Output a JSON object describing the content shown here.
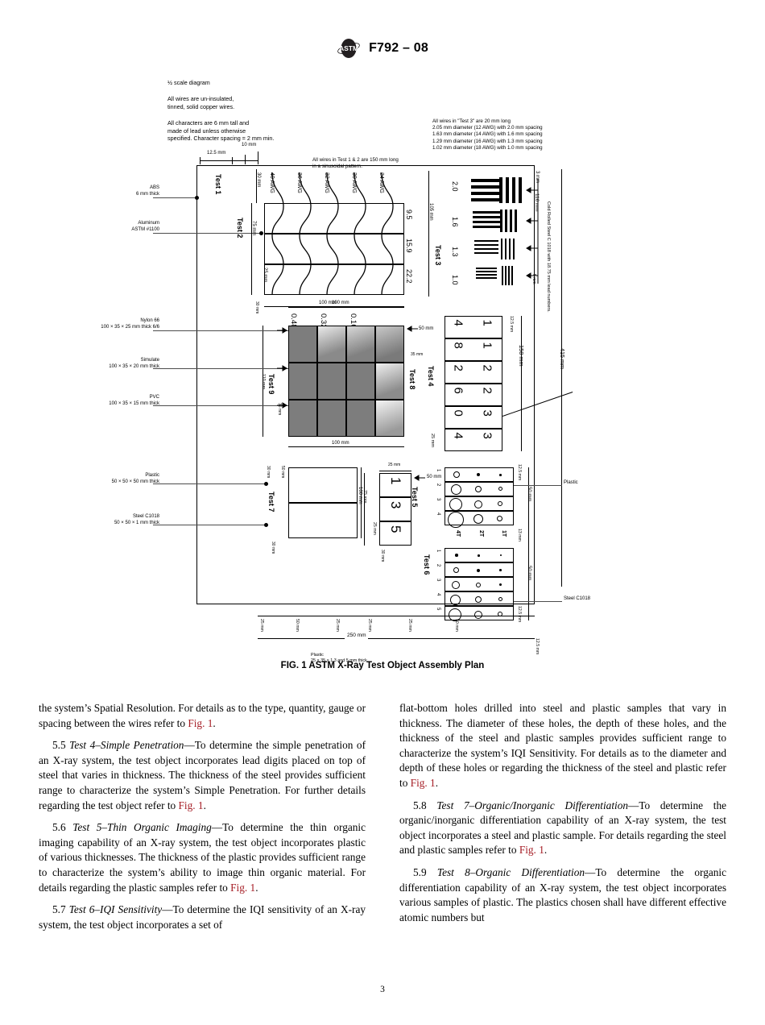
{
  "header": {
    "logo_alt": "ASTM logo",
    "standard": "F792 – 08"
  },
  "figure": {
    "caption": "FIG. 1 ASTM X-Ray Test Object Assembly Plan",
    "notes": {
      "scale": "½ scale diagram",
      "wires1": "All wires are un-insulated,\ntinned, solid copper wires.",
      "chars": "All characters are 6 mm tall and\nmade of lead unless otherwise\nspecified. Character spacing = 2 mm min.",
      "test12": "All wires in Test 1 & 2 are 150 mm long\nin a sinusoidal pattern.",
      "test3": "All wires in \"Test 3\" are 20 mm long\n2.05 mm diameter (12 AWG) with 2.0 mm spacing\n1.63 mm diameter (14 AWG) with 1.6 mm spacing\n1.29 mm diameter (16 AWG) with 1.3 mm spacing\n1.02 mm diameter (18 AWG) with 1.0 mm spacing"
    },
    "left_labels": {
      "abs": "ABS\n6 mm thick",
      "aluminum": "Aluminum\nASTM #1100",
      "nylon": "Nylon 66\n100 × 35 × 25 mm thick 6/6",
      "simulate": "Simulate\n100 × 35 × 20 mm thick",
      "pvc": "PVC\n100 × 35 × 15 mm thick",
      "plastic7": "Plastic\n50 × 50 × 50 mm thick",
      "steel7": "Steel C1018\n50 × 50 × 1 mm thick"
    },
    "right_labels": {
      "plastic6": "Plastic",
      "steel6": "Steel C1018",
      "cold_rolled": "Cold Rolled Steel C 1018 with 18.75 mm lead numbers."
    },
    "bottom_label": "Plastic\n25 × 35 × 1.3 and 5 mm thick",
    "test_names": {
      "t1": "Test 1",
      "t2": "Test 2",
      "t3": "Test 3",
      "t4": "Test 4",
      "t5": "Test 5",
      "t6": "Test 6",
      "t7": "Test 7",
      "t8": "Test 8",
      "t9": "Test 9"
    },
    "test1_2": {
      "awg": [
        "40 AWG",
        "36 AWG",
        "32 AWG",
        "30 AWG",
        "24 AWG"
      ],
      "row_values": [
        "9.5",
        "15.9",
        "22.2"
      ],
      "dims": [
        "12.5 mm",
        "10 mm",
        "30 mm",
        "75 mm",
        "25 mm",
        "105 mm",
        "100 mm"
      ]
    },
    "test3": {
      "values": [
        "2.0",
        "1.6",
        "1.3",
        "1.0"
      ],
      "dims": [
        "3 mm",
        "116 mm",
        "5 mm"
      ]
    },
    "test8": {
      "column_values": [
        "0.48",
        "0.32",
        "0.16"
      ],
      "dims": [
        "100 mm",
        "50 mm",
        "35 mm",
        "50 mm",
        "100 mm"
      ],
      "grid": [
        [
          "solid",
          "gradient",
          "gradient",
          "gradient"
        ],
        [
          "solid",
          "solid",
          "solid",
          "gradient"
        ],
        [
          "solid",
          "solid",
          "solid",
          "gradient"
        ]
      ]
    },
    "test9": {
      "dims": [
        "110 mm",
        "35 mm",
        "35 mm"
      ]
    },
    "test4": {
      "rows": [
        [
          "4",
          "1"
        ],
        [
          "8",
          "1"
        ],
        [
          "2",
          "2"
        ],
        [
          "6",
          "2"
        ],
        [
          "0",
          "3"
        ],
        [
          "4",
          "3"
        ]
      ],
      "dims": [
        "12.5 mm",
        "150 mm",
        "415 mm",
        "25 mm",
        "12.5 mm"
      ]
    },
    "test5": {
      "digits": [
        "1",
        "3",
        "5"
      ],
      "dims": [
        "25 mm",
        "50 mm",
        "75 mm",
        "25 mm",
        "30 mm"
      ]
    },
    "test6": {
      "col_headers": [
        "4T",
        "2T",
        "1T"
      ],
      "top_rows": [
        "1",
        "2",
        "3",
        "4"
      ],
      "bottom_rows": [
        "1",
        "2",
        "3",
        "4",
        "5"
      ],
      "dims": [
        "12.5 mm",
        "50 mm",
        "13 mm",
        "50 mm",
        "12.5 mm"
      ]
    },
    "test7": {
      "dims": [
        "30 mm",
        "50 mm",
        "100 mm",
        "30 mm"
      ]
    },
    "bottom_dims": [
      "25 mm",
      "50 mm",
      "25 mm",
      "25 mm",
      "25 mm",
      "50 mm"
    ],
    "total_dim": "250 mm",
    "corner_dim": "12.5 mm"
  },
  "body": {
    "col_left": [
      {
        "type": "cont",
        "runs": [
          {
            "t": "the system’s Spatial Resolution. For details as to the type, quantity, gauge or spacing between the wires refer to "
          },
          {
            "t": "Fig. 1",
            "style": "ref"
          },
          {
            "t": "."
          }
        ]
      },
      {
        "type": "ind",
        "runs": [
          {
            "t": "5.5 "
          },
          {
            "t": "Test 4–Simple Penetration",
            "style": "em"
          },
          {
            "t": "—To determine the simple penetration of an X-ray system, the test object incorporates lead digits placed on top of steel that varies in thickness. The thickness of the steel provides sufficient range to characterize the system’s Simple Penetration. For further details regarding the test object refer to "
          },
          {
            "t": "Fig. 1",
            "style": "ref"
          },
          {
            "t": "."
          }
        ]
      },
      {
        "type": "ind",
        "runs": [
          {
            "t": "5.6 "
          },
          {
            "t": "Test 5–Thin Organic Imaging",
            "style": "em"
          },
          {
            "t": "—To determine the thin organic imaging capability of an X-ray system, the test object incorporates plastic of various thicknesses. The thickness of the plastic provides sufficient range to characterize the system’s ability to image thin organic material. For details regarding the plastic samples refer to "
          },
          {
            "t": "Fig. 1",
            "style": "ref"
          },
          {
            "t": "."
          }
        ]
      },
      {
        "type": "ind",
        "runs": [
          {
            "t": "5.7 "
          },
          {
            "t": "Test 6–IQI Sensitivity",
            "style": "em"
          },
          {
            "t": "—To determine the IQI sensitivity of an X-ray system, the test object incorporates a set of"
          }
        ]
      }
    ],
    "col_right": [
      {
        "type": "cont",
        "runs": [
          {
            "t": "flat-bottom holes drilled into steel and plastic samples that vary in thickness. The diameter of these holes, the depth of these holes, and the thickness of the steel and plastic samples provides sufficient range to characterize the system’s IQI Sensitivity. For details as to the diameter and depth of these holes or regarding the thickness of the steel and plastic refer to "
          },
          {
            "t": "Fig. 1",
            "style": "ref"
          },
          {
            "t": "."
          }
        ]
      },
      {
        "type": "ind",
        "runs": [
          {
            "t": "5.8 "
          },
          {
            "t": "Test 7–Organic/Inorganic Differentiation",
            "style": "em"
          },
          {
            "t": "—To determine the organic/inorganic differentiation capability of an X-ray system, the test object incorporates a steel and plastic sample. For details regarding the steel and plastic samples refer to "
          },
          {
            "t": "Fig. 1",
            "style": "ref"
          },
          {
            "t": "."
          }
        ]
      },
      {
        "type": "ind",
        "runs": [
          {
            "t": "5.9 "
          },
          {
            "t": "Test 8–Organic Differentiation",
            "style": "em"
          },
          {
            "t": "—To determine the organic differentiation capability of an X-ray system, the test object incorporates various samples of plastic. The plastics chosen shall have different effective atomic numbers but"
          }
        ]
      }
    ]
  },
  "page_number": "3"
}
